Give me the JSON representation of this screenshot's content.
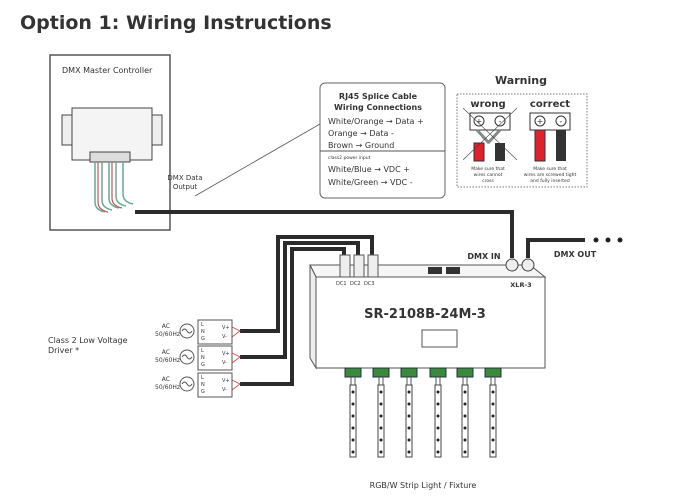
{
  "title": "Option 1: Wiring Instructions",
  "controller": {
    "label": "DMX Master Controller",
    "output_label_1": "DMX Data",
    "output_label_2": "Output"
  },
  "rj45": {
    "title_1": "RJ45 Splice Cable",
    "title_2": "Wiring Connections",
    "lines": [
      "White/Orange → Data +",
      "Orange → Data -",
      "Brown → Ground"
    ],
    "power_header": "class2 power input",
    "power_lines": [
      "White/Blue → VDC +",
      "White/Green → VDC -"
    ]
  },
  "warning": {
    "title": "Warning",
    "wrong": {
      "label": "wrong",
      "note_1": "Make sure that",
      "note_2": "wires cannot",
      "note_3": "cross"
    },
    "correct": {
      "label": "correct",
      "note_1": "Make sure that",
      "note_2": "wires are screwed tight",
      "note_3": "and fully inserted"
    },
    "plus": "+",
    "minus": "-"
  },
  "device": {
    "model": "SR-2108B-24M-3",
    "dmx_in": "DMX IN",
    "dmx_out": "DMX OUT",
    "xlr": "XLR-3",
    "dc_labels": [
      "DC1",
      "DC2",
      "DC3"
    ]
  },
  "drivers": {
    "label_1": "Class 2 Low Voltage",
    "label_2": "Driver *",
    "ac_1": "AC",
    "ac_2": "50/60Hz",
    "inputs": [
      "L",
      "N",
      "G"
    ],
    "outputs": [
      "V+",
      "V-"
    ]
  },
  "strip_label": "RGB/W Strip Light / Fixture",
  "colors": {
    "wire": "#2b2b2b",
    "red_wire": "#e0202a",
    "terminal": "#3a8a3a",
    "text": "#333333"
  }
}
